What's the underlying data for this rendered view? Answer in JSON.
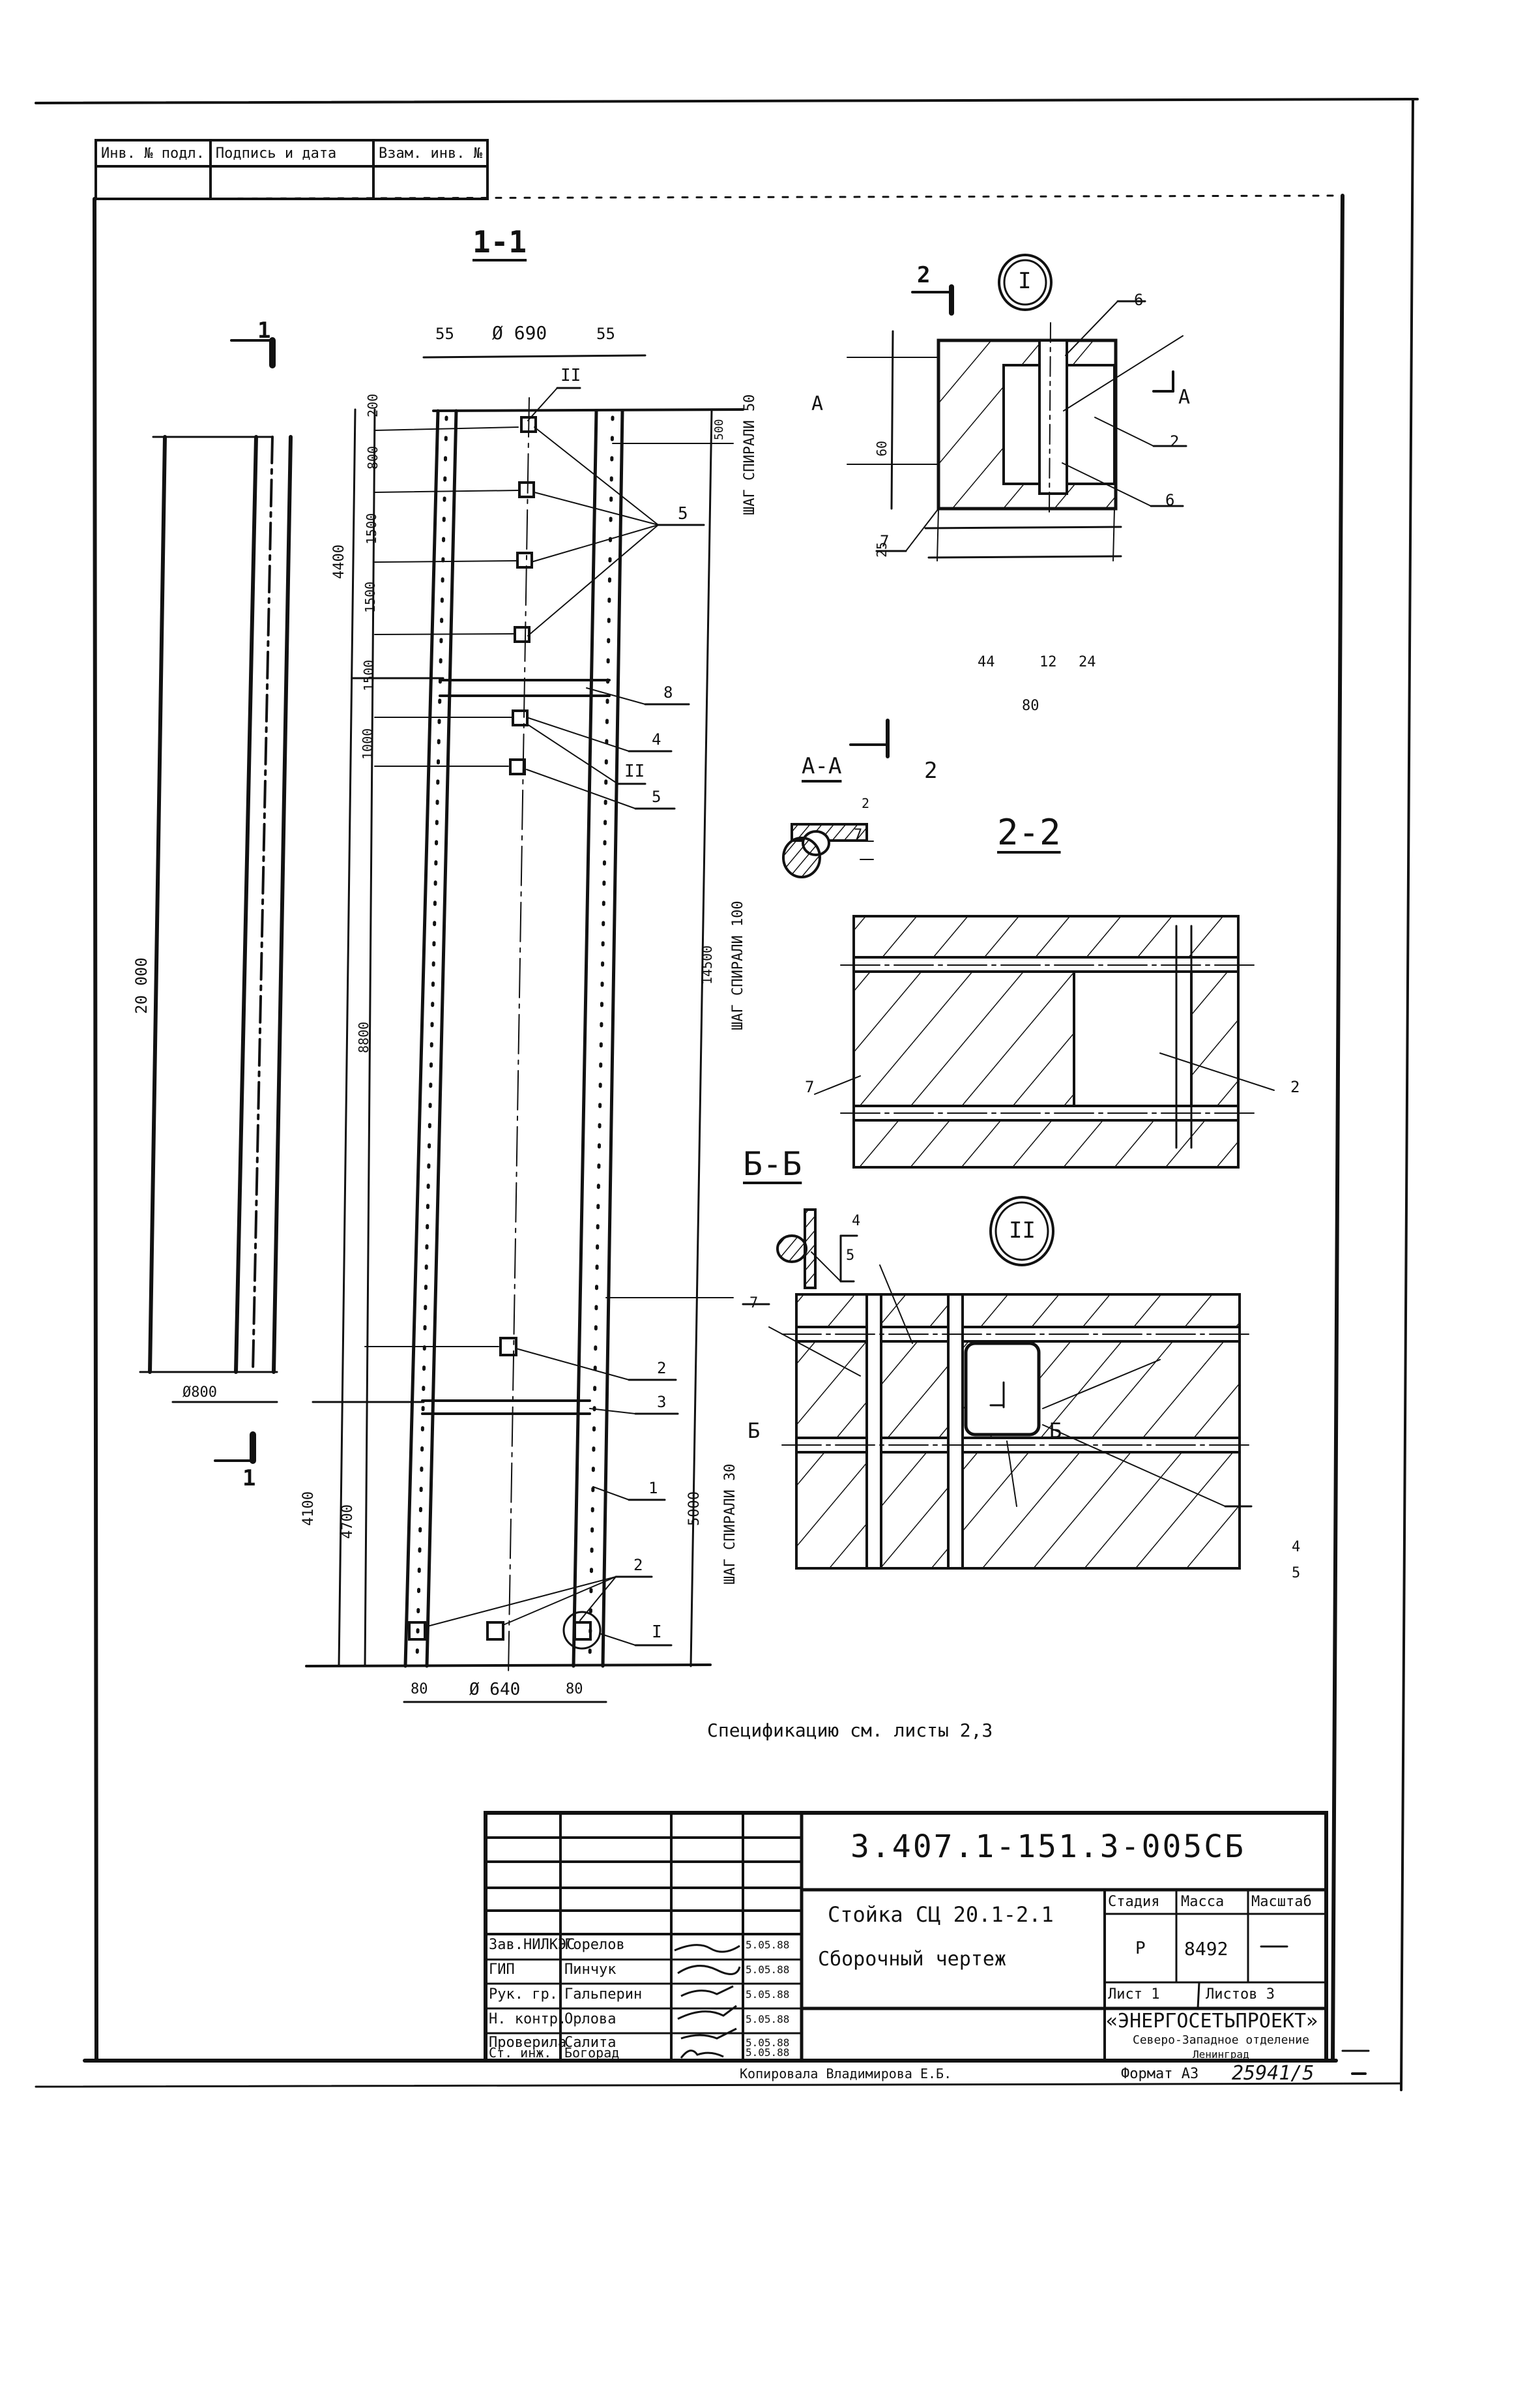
{
  "stamp_top": {
    "headers": [
      "Инв. № подл.",
      "Подпись и дата",
      "Взам. инв. №"
    ],
    "values": [
      "",
      "",
      ""
    ]
  },
  "views": {
    "side_view": {
      "section_mark": "1",
      "length_dim": "20 000",
      "diameter_dim": "Ø800"
    },
    "section_1_1": {
      "title": "1-1",
      "top_dims": {
        "left_wall": "55",
        "inner_diameter": "Ø 690",
        "right_wall": "55"
      },
      "bottom_dims": {
        "left_wall": "80",
        "inner_diameter": "Ø 640",
        "right_wall": "80"
      },
      "left_dims_outer": [
        "4400",
        "4100"
      ],
      "left_dims_inner": [
        "200",
        "800",
        "1500",
        "1500",
        "1500",
        "1000",
        "8800",
        "4700"
      ],
      "right_dims": [
        "500",
        "14500",
        "5000"
      ],
      "spiral_notes": [
        "ШАГ СПИРАЛИ 50",
        "ШАГ СПИРАЛИ 100",
        "ШАГ СПИРАЛИ 30"
      ],
      "callouts": [
        "II",
        "5",
        "8",
        "4",
        "II",
        "5",
        "2",
        "3",
        "1",
        "2",
        "I"
      ]
    },
    "detail_I": {
      "mark": "I",
      "section_marks": [
        "2",
        "A",
        "A"
      ],
      "dims_vertical": [
        "60",
        "25"
      ],
      "dims_horizontal": [
        "44",
        "12",
        "24"
      ],
      "total_width": "80",
      "callouts": [
        "6",
        "2",
        "6",
        "7"
      ]
    },
    "section_A_A": {
      "title": "А-А",
      "callouts": [
        "2",
        "7"
      ],
      "section_mark": "2"
    },
    "section_2_2": {
      "title": "2-2",
      "callouts": [
        "7",
        "2"
      ]
    },
    "section_B_B": {
      "title": "Б-Б",
      "callouts": [
        "4",
        "5",
        "7"
      ]
    },
    "detail_II": {
      "mark": "II",
      "section_marks": [
        "Б",
        "Б"
      ],
      "callouts": [
        "4",
        "5"
      ]
    }
  },
  "note": "Спецификацию см. листы 2,3",
  "title_block": {
    "doc_code": "3.407.1-151.3-005СБ",
    "name_line1": "Стойка СЦ 20.1-2.1",
    "name_line2": "Сборочный чертеж",
    "stage_header": "Стадия",
    "mass_header": "Масса",
    "scale_header": "Масштаб",
    "stage": "Р",
    "mass": "8492",
    "scale": "—",
    "sheet": "Лист 1",
    "sheets": "Листов 3",
    "org_name": "«ЭНЕРГОСЕТЬПРОЕКТ»",
    "org_branch": "Северо-Западное отделение",
    "org_city": "Ленинград",
    "signatures": [
      {
        "role": "Зав.НИЛКЭС",
        "name": "Горелов",
        "date": "5.05.88"
      },
      {
        "role": "ГИП",
        "name": "Пинчук",
        "date": "5.05.88"
      },
      {
        "role": "Рук. гр.",
        "name": "Гальперин",
        "date": "5.05.88"
      },
      {
        "role": "Н. контр.",
        "name": "Орлова",
        "date": "5.05.88"
      },
      {
        "role": "Проверила",
        "name": "Салита",
        "date": "5.05.88"
      },
      {
        "role": "Ст. инж.",
        "name": "Богорад",
        "date": "5.05.88"
      }
    ]
  },
  "footer": {
    "copied_by": "Копировала Владимирова Е.Б.",
    "format": "Формат А3",
    "archive_no": "25941/5"
  },
  "colors": {
    "ink": "#111111",
    "paper": "#ffffff"
  }
}
